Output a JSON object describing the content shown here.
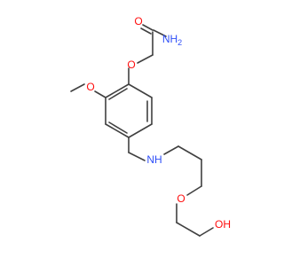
{
  "molecule": {
    "atoms": {
      "amide_n": "NH",
      "amide_n_h_count": "2",
      "carbonyl_o": "O",
      "ether_o": "O",
      "methoxy_o": "O",
      "amine_n": "NH",
      "chain_o": "O",
      "hydroxyl": "OH"
    },
    "colors": {
      "carbon_bond": "#404040",
      "oxygen": "#ff0d0d",
      "nitrogen": "#3050f8",
      "background": "#ffffff"
    }
  }
}
